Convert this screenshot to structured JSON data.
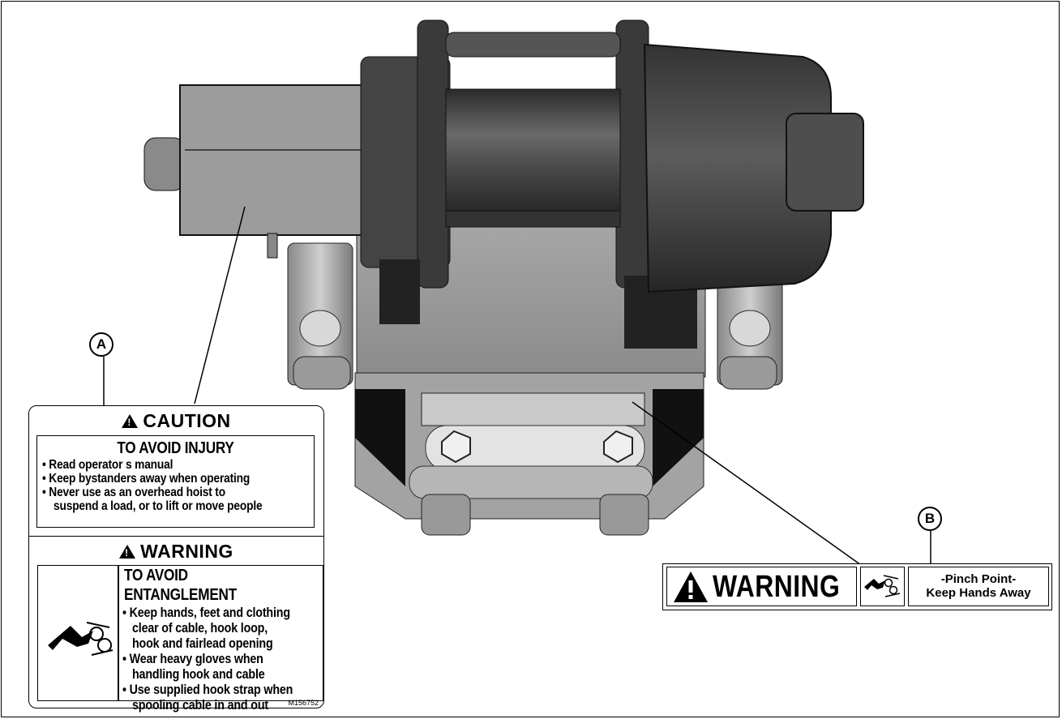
{
  "callouts": {
    "a": "A",
    "b": "B"
  },
  "decal_a": {
    "caution_title": "CAUTION",
    "caution_heading": "TO AVOID INJURY",
    "caution_items": [
      "Read operator s manual",
      "Keep bystanders away when operating",
      "Never use as an overhead hoist to",
      "suspend a load, or to lift or move people"
    ],
    "warning_title": "WARNING",
    "warning_heading": "TO AVOID ENTANGLEMENT",
    "warning_items": [
      "Keep hands, feet and clothing",
      "clear of cable, hook loop,",
      "hook and fairlead opening",
      "Wear heavy gloves when",
      "handling hook and cable",
      "Use supplied hook strap when",
      "spooling cable in and out"
    ],
    "code": "M156752"
  },
  "decal_b": {
    "warning_label": "WARNING",
    "line1": "-Pinch Point-",
    "line2": "Keep Hands Away"
  },
  "icons": [
    "caution-triangle-icon",
    "hand-pinch-icon",
    "warning-triangle-icon"
  ],
  "colors": {
    "ink": "#000000",
    "paper": "#ffffff",
    "metal_dark": "#3a3a3a",
    "metal_mid": "#8a8a8a",
    "metal_light": "#c2c2c2"
  }
}
